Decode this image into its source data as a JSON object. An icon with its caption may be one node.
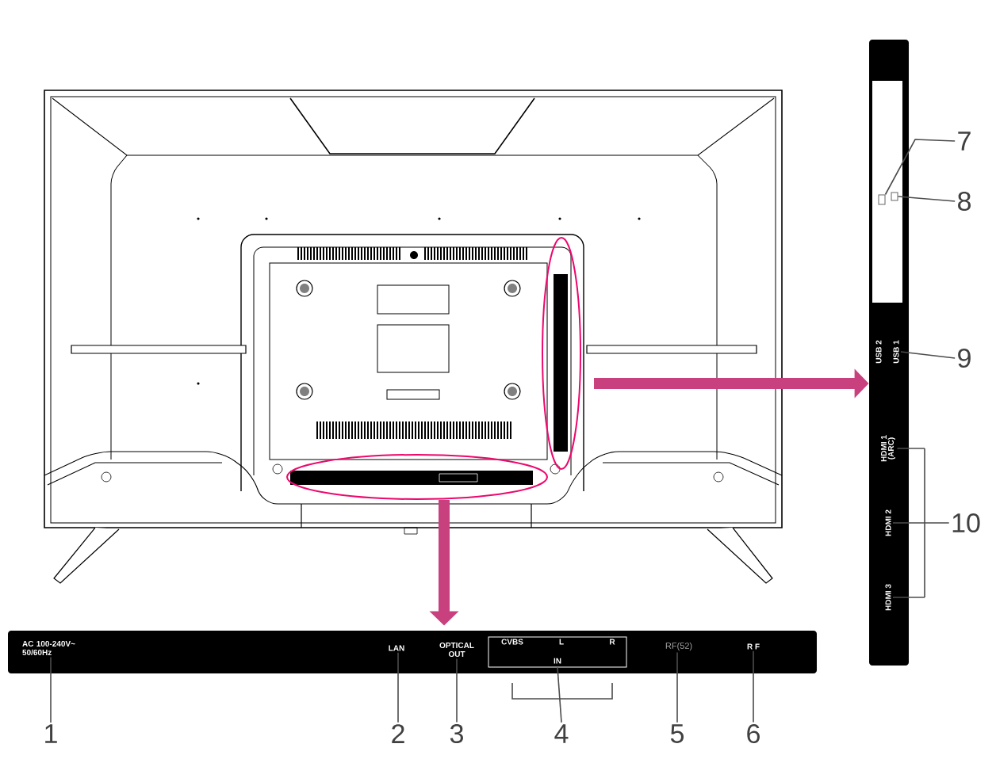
{
  "diagram": {
    "nodes": [
      {
        "text": [],
        "shape": "ellipse"
      },
      {
        "text": [],
        "shape": "ellipse"
      },
      {
        "text": [],
        "shape": "bar"
      },
      {
        "text": [
          "AC 100-240V~ 50/60Hz"
        ],
        "in": 2
      },
      {
        "text": [
          "LAN"
        ],
        "in": 2
      },
      {
        "text": [
          "OPTICAL OUT"
        ],
        "in": 2
      },
      {
        "text": [
          "IN"
        ],
        "in": 2
      },
      {
        "text": [
          "CVBS"
        ],
        "in": 6
      },
      {
        "text": [
          "L"
        ],
        "in": 6
      },
      {
        "text": [
          "R"
        ],
        "in": 6
      },
      {
        "text": [
          "RF(52)"
        ],
        "in": 2
      },
      {
        "text": [
          "R F"
        ],
        "in": 2
      },
      {
        "text": [],
        "shape": "bar"
      },
      {
        "text": [],
        "shape": "box",
        "in": 12
      },
      {
        "text": [],
        "shape": "box",
        "in": 13
      },
      {
        "text": [],
        "shape": "box",
        "in": 13
      },
      {
        "text": [
          "USB 2"
        ],
        "in": 12
      },
      {
        "text": [
          "USB 1"
        ],
        "in": 12
      },
      {
        "text": [
          "HDMI 1",
          "(ARC)"
        ],
        "in": 12
      },
      {
        "text": [
          "HDMI 2"
        ],
        "in": 12
      },
      {
        "text": [
          "HDMI 3"
        ],
        "in": 12
      },
      {
        "text": [
          "1"
        ]
      },
      {
        "text": [
          "2"
        ]
      },
      {
        "text": [
          "3"
        ]
      },
      {
        "text": [
          "4"
        ]
      },
      {
        "text": [
          "5"
        ]
      },
      {
        "text": [
          "6"
        ]
      },
      {
        "text": [
          "7"
        ]
      },
      {
        "text": [
          "8"
        ]
      },
      {
        "text": [
          "9"
        ]
      },
      {
        "text": [
          "10"
        ]
      }
    ],
    "edges": [
      {
        "from": 1,
        "to": 2,
        "arrow": "to",
        "style": "thick",
        "color": "#c8417e"
      },
      {
        "from": 0,
        "to": 12,
        "arrow": "to",
        "style": "thick",
        "color": "#c8417e"
      },
      {
        "from": 21,
        "to": 3,
        "arrow": "none"
      },
      {
        "from": 22,
        "to": 4,
        "arrow": "none"
      },
      {
        "from": 23,
        "to": 5,
        "arrow": "none"
      },
      {
        "from": 24,
        "to": 6,
        "arrow": "none"
      },
      {
        "from": 25,
        "to": 10,
        "arrow": "none"
      },
      {
        "from": 26,
        "to": 11,
        "arrow": "none"
      },
      {
        "from": 27,
        "to": 14,
        "arrow": "none"
      },
      {
        "from": 28,
        "to": 15,
        "arrow": "none"
      },
      {
        "from": 29,
        "to": 17,
        "arrow": "none"
      },
      {
        "from": 30,
        "to": 18,
        "arrow": "none"
      },
      {
        "from": 30,
        "to": 19,
        "arrow": "none"
      },
      {
        "from": 30,
        "to": 20,
        "arrow": "none"
      }
    ]
  }
}
